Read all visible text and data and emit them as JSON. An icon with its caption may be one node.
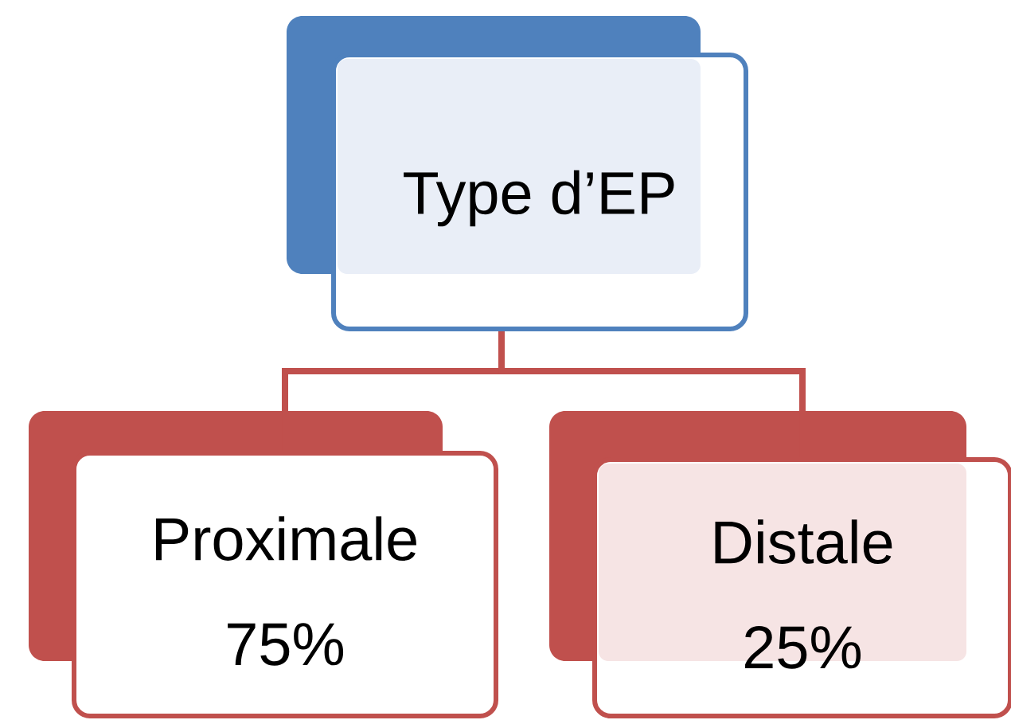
{
  "diagram": {
    "nodes": [
      {
        "text": [
          "Type d’EP"
        ]
      },
      {
        "text": [
          "Proximale",
          "75%"
        ]
      },
      {
        "text": [
          "Distale",
          "25%"
        ]
      }
    ],
    "edges": [
      {
        "from": 0,
        "to": 1,
        "arrow": "none"
      },
      {
        "from": 0,
        "to": 2,
        "arrow": "none"
      }
    ]
  }
}
